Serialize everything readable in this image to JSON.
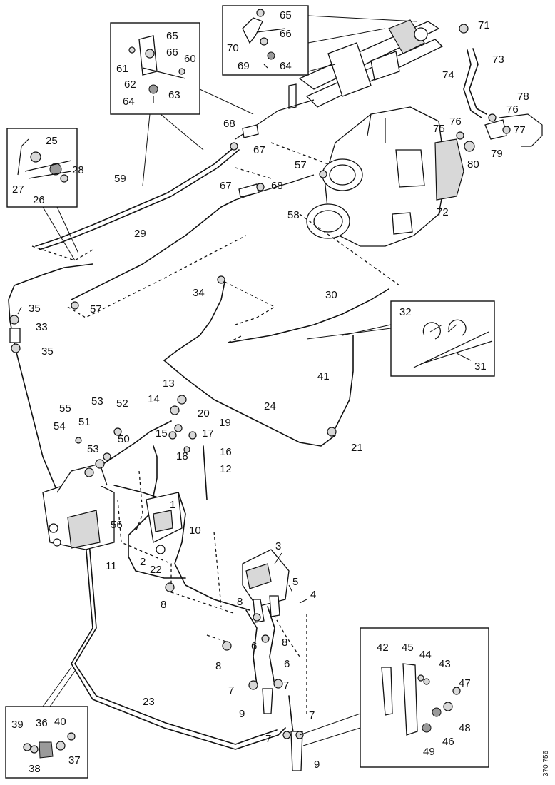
{
  "diagram": {
    "reference": "370 756",
    "callouts": {
      "c1": "1",
      "c2": "2",
      "c3": "3",
      "c4": "4",
      "c5": "5",
      "c6a": "6",
      "c6b": "6",
      "c7a": "7",
      "c7b": "7",
      "c7c": "7",
      "c7d": "7",
      "c8a": "8",
      "c8b": "8",
      "c8c": "8",
      "c8d": "8",
      "c9a": "9",
      "c9b": "9",
      "c10": "10",
      "c11": "11",
      "c12": "12",
      "c13": "13",
      "c14": "14",
      "c15": "15",
      "c16": "16",
      "c17": "17",
      "c18": "18",
      "c19": "19",
      "c20": "20",
      "c21": "21",
      "c22": "22",
      "c23": "23",
      "c24": "24",
      "c25": "25",
      "c26": "26",
      "c27": "27",
      "c28": "28",
      "c29": "29",
      "c30": "30",
      "c31": "31",
      "c32": "32",
      "c33": "33",
      "c35a": "35",
      "c35b": "35",
      "c34": "34",
      "c36": "36",
      "c37": "37",
      "c38": "38",
      "c39": "39",
      "c40": "40",
      "c41": "41",
      "c42": "42",
      "c43": "43",
      "c44": "44",
      "c45": "45",
      "c46": "46",
      "c47": "47",
      "c48": "48",
      "c49": "49",
      "c50": "50",
      "c51": "51",
      "c52": "52",
      "c53a": "53",
      "c53b": "53",
      "c54": "54",
      "c55": "55",
      "c56": "56",
      "c57a": "57",
      "c57b": "57",
      "c58": "58",
      "c59": "59",
      "c60": "60",
      "c61": "61",
      "c62": "62",
      "c63": "63",
      "c64a": "64",
      "c64b": "64",
      "c65a": "65",
      "c65b": "65",
      "c66a": "66",
      "c66b": "66",
      "c67a": "67",
      "c67b": "67",
      "c68a": "68",
      "c68b": "68",
      "c69": "69",
      "c70": "70",
      "c71": "71",
      "c72": "72",
      "c73": "73",
      "c74": "74",
      "c75": "75",
      "c76a": "76",
      "c76b": "76",
      "c77": "77",
      "c78": "78",
      "c79": "79",
      "c80": "80"
    }
  }
}
